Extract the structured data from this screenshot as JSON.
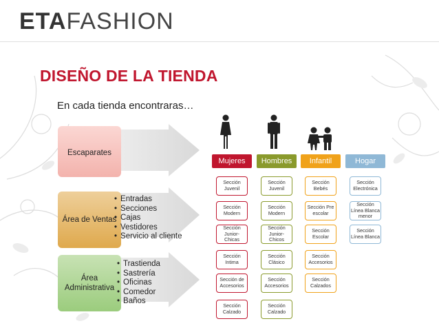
{
  "logo": {
    "bold": "ETA",
    "thin": "FASHION"
  },
  "title": "DISEÑO DE LA TIENDA",
  "subtitle": "En cada tienda encontraras…",
  "rows": [
    {
      "label": "Escaparates",
      "bullets": []
    },
    {
      "label": "Área de Ventas",
      "bullets": [
        "Entradas",
        "Secciones",
        "Cajas",
        "Vestidores",
        "Servicio al cliente"
      ]
    },
    {
      "label": "Área Administrativa",
      "bullets": [
        "Trastienda",
        "Sastrería",
        "Oficinas",
        "Comedor",
        "Baños"
      ]
    }
  ],
  "categories": [
    {
      "name": "Mujeres",
      "color": "#c0162e",
      "items": [
        "Sección Juvenil",
        "Sección Modern",
        "Sección Junior-Chicas",
        "Sección Intima",
        "Sección de Accesorios",
        "Sección Calzado"
      ]
    },
    {
      "name": "Hombres",
      "color": "#8a9a2c",
      "items": [
        "Sección Juvenil",
        "Sección Modern",
        "Sección Junior-Chicos",
        "Sección Clásico",
        "Sección Accesorios",
        "Sección Calzado"
      ]
    },
    {
      "name": "Infantil",
      "color": "#f0a21a",
      "items": [
        "Sección Bebés",
        "Sección Pre escolar",
        "Sección Escolar",
        "Sección Accesorios",
        "Sección Calzados"
      ]
    },
    {
      "name": "Hogar",
      "color": "#8fb8d6",
      "items": [
        "Sección Electrónica",
        "Sección Línea Blanca menor",
        "Sección Línea Blanca"
      ]
    }
  ],
  "icons": [
    "woman-icon",
    "man-icon",
    "children-icon"
  ]
}
